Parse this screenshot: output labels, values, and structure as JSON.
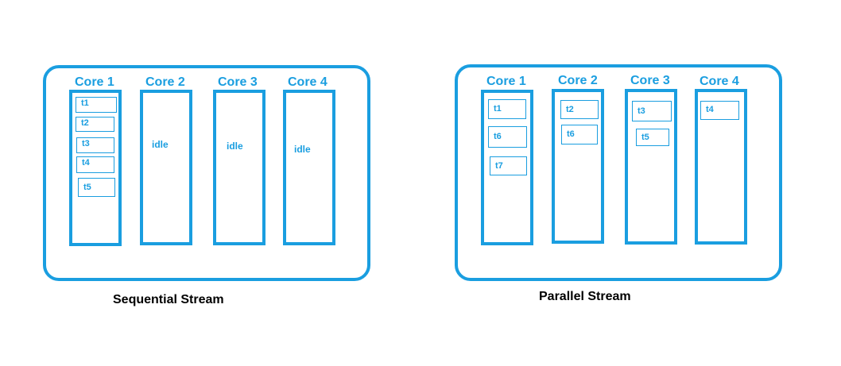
{
  "sequential": {
    "caption": "Sequential Stream",
    "cores": [
      {
        "label": "Core 1",
        "tasks": [
          "t1",
          "t2",
          "t3",
          "t4",
          "t5"
        ]
      },
      {
        "label": "Core 2",
        "status": "idle"
      },
      {
        "label": "Core 3",
        "status": "idle"
      },
      {
        "label": "Core 4",
        "status": "idle"
      }
    ]
  },
  "parallel": {
    "caption": "Parallel Stream",
    "cores": [
      {
        "label": "Core 1",
        "tasks": [
          "t1",
          "t6",
          "t7"
        ]
      },
      {
        "label": "Core 2",
        "tasks": [
          "t2",
          "t6"
        ]
      },
      {
        "label": "Core 3",
        "tasks": [
          "t3",
          "t5"
        ]
      },
      {
        "label": "Core 4",
        "tasks": [
          "t4"
        ]
      }
    ]
  },
  "colors": {
    "accent": "#1a9ee0",
    "caption": "#000000"
  }
}
